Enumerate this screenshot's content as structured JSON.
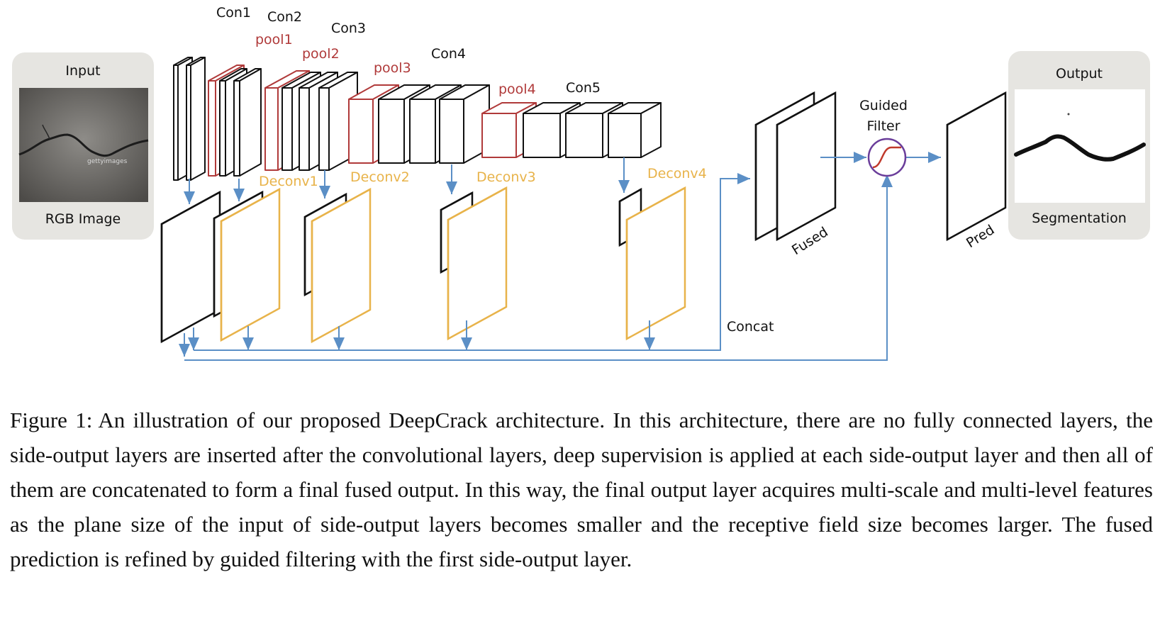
{
  "diagram": {
    "input_panel": {
      "title": "Input",
      "subtitle": "RGB Image",
      "watermark": "gettyimages"
    },
    "output_panel": {
      "title": "Output",
      "subtitle": "Segmentation"
    },
    "conv_labels": [
      "Con1",
      "Con2",
      "Con3",
      "Con4",
      "Con5"
    ],
    "pool_labels": [
      "pool1",
      "pool2",
      "pool3",
      "pool4"
    ],
    "deconv_labels": [
      "Deconv1",
      "Deconv2",
      "Deconv3",
      "Deconv4"
    ],
    "concat_label": "Concat",
    "fused_label": "Fused",
    "guided_filter_label": [
      "Guided",
      "Filter"
    ],
    "pred_label": "Pred",
    "colors": {
      "conv": "#111111",
      "pool": "#b03a3a",
      "deconv": "#e8b34a",
      "flow": "#5b8fc6",
      "filter": "#6a3d9a",
      "panel": "#e6e5e1"
    }
  },
  "caption": {
    "figure_label": "Figure 1:",
    "text": "An illustration of our proposed DeepCrack architecture. In this architecture, there are no fully connected layers, the side-output layers are inserted after the convolutional layers, deep supervision is applied at each side-output layer and then all of them are concatenated to form a final fused output. In this way, the final output layer acquires multi-scale and multi-level features as the plane size of the input of side-output layers becomes smaller and the receptive field size becomes larger. The fused prediction is refined by guided filtering with the first side-output layer."
  }
}
